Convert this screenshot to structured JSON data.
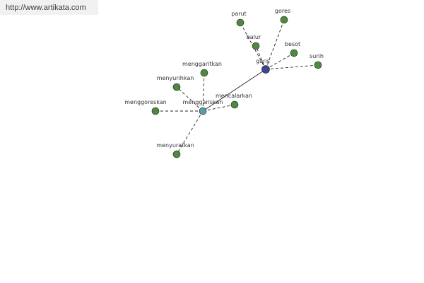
{
  "site_url": "http://www.artikata.com",
  "colors": {
    "leaf_node": "#4e8a3e",
    "hub_node": "#5b9aa8",
    "root_node": "#3d4597",
    "edge": "#222222"
  },
  "graph": {
    "nodes": [
      {
        "id": "garis",
        "label": "garis",
        "kind": "root"
      },
      {
        "id": "parut",
        "label": "parut",
        "kind": "leaf"
      },
      {
        "id": "gores",
        "label": "gores",
        "kind": "leaf"
      },
      {
        "id": "balur",
        "label": "balur",
        "kind": "leaf"
      },
      {
        "id": "besot",
        "label": "besot",
        "kind": "leaf"
      },
      {
        "id": "surih",
        "label": "surih",
        "kind": "leaf"
      },
      {
        "id": "menggariskan",
        "label": "menggariskan",
        "kind": "hub"
      },
      {
        "id": "menggaritkan",
        "label": "menggaritkan",
        "kind": "leaf"
      },
      {
        "id": "menyurihkan",
        "label": "menyurihkan",
        "kind": "leaf"
      },
      {
        "id": "mencalarkan",
        "label": "mencalarkan",
        "kind": "leaf"
      },
      {
        "id": "menggoreskan",
        "label": "menggoreskan",
        "kind": "leaf"
      },
      {
        "id": "menyuratkan",
        "label": "menyuratkan",
        "kind": "leaf"
      }
    ],
    "edges": [
      {
        "from": "garis",
        "to": "menggariskan",
        "style": "solid"
      },
      {
        "from": "garis",
        "to": "parut",
        "style": "dashed"
      },
      {
        "from": "garis",
        "to": "gores",
        "style": "dashed"
      },
      {
        "from": "garis",
        "to": "balur",
        "style": "dashed"
      },
      {
        "from": "garis",
        "to": "besot",
        "style": "dashed"
      },
      {
        "from": "garis",
        "to": "surih",
        "style": "dashed"
      },
      {
        "from": "menggariskan",
        "to": "menggaritkan",
        "style": "dashed"
      },
      {
        "from": "menggariskan",
        "to": "menyurihkan",
        "style": "dashed"
      },
      {
        "from": "menggariskan",
        "to": "mencalarkan",
        "style": "dashed"
      },
      {
        "from": "menggariskan",
        "to": "menggoreskan",
        "style": "dashed"
      },
      {
        "from": "menggariskan",
        "to": "menyuratkan",
        "style": "dashed"
      }
    ]
  }
}
